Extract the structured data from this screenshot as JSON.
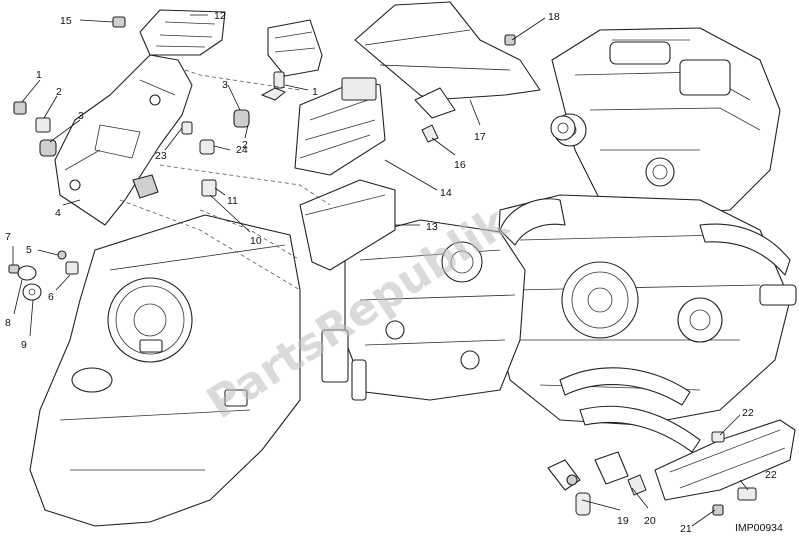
{
  "diagram_code": "IMP00934",
  "watermark": "PartsRepublik",
  "callouts": [
    "1",
    "2",
    "3",
    "4",
    "5",
    "6",
    "7",
    "8",
    "9",
    "10",
    "11",
    "12",
    "13",
    "14",
    "15",
    "16",
    "17",
    "18",
    "19",
    "20",
    "21",
    "22",
    "23",
    "24"
  ]
}
